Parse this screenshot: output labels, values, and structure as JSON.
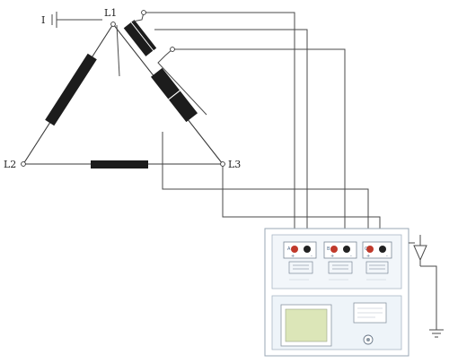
{
  "nodes": {
    "top": "L1",
    "left": "L2",
    "right": "L3"
  },
  "ground_mark": "I",
  "instrument": {
    "channel_labels": [
      "A",
      "B",
      "C"
    ],
    "terminal_labels": [
      "+",
      "-"
    ],
    "panel_color": "#f2f6fa",
    "inner_panel_color": "#eef4f9",
    "screen_color": "#dce6b8",
    "terminal_red": "#c0392b",
    "terminal_black": "#222222"
  },
  "colors": {
    "winding": "#1c1c1c",
    "wire": "#4a4a4a"
  }
}
